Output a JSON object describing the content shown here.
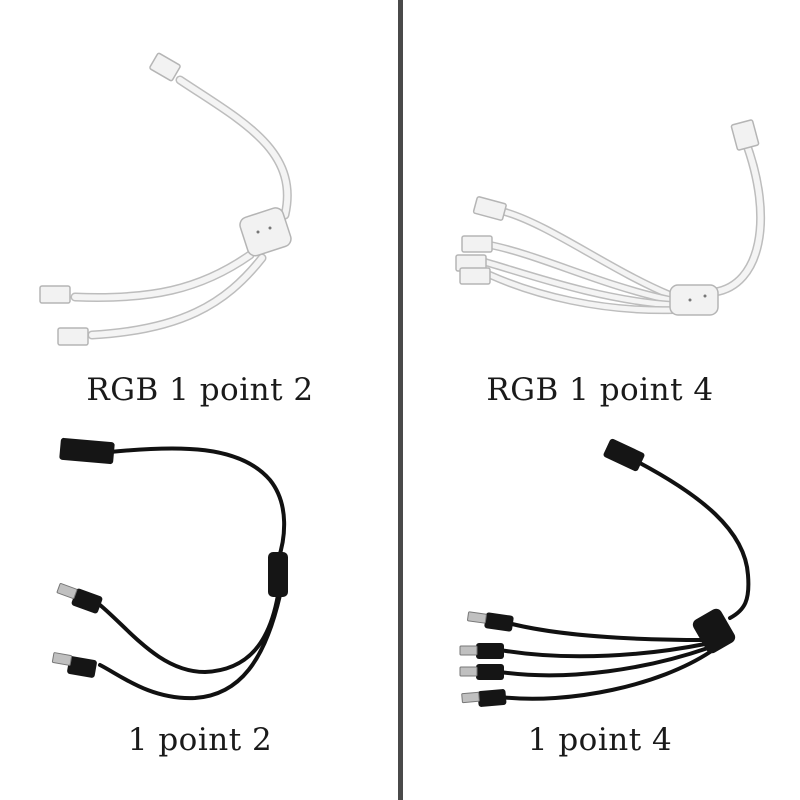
{
  "panels": [
    {
      "caption": "RGB 1 point 2",
      "cable_color": "white",
      "outputs": 2
    },
    {
      "caption": "RGB 1 point 4",
      "cable_color": "white",
      "outputs": 4
    },
    {
      "caption": "1 point 2",
      "cable_color": "black",
      "outputs": 2
    },
    {
      "caption": "1 point 4",
      "cable_color": "black",
      "outputs": 4
    }
  ],
  "colors": {
    "white_cable": "#f2f2f2",
    "white_outline": "#bdbdbd",
    "black_cable": "#111111",
    "divider": "#4a4a4a"
  }
}
